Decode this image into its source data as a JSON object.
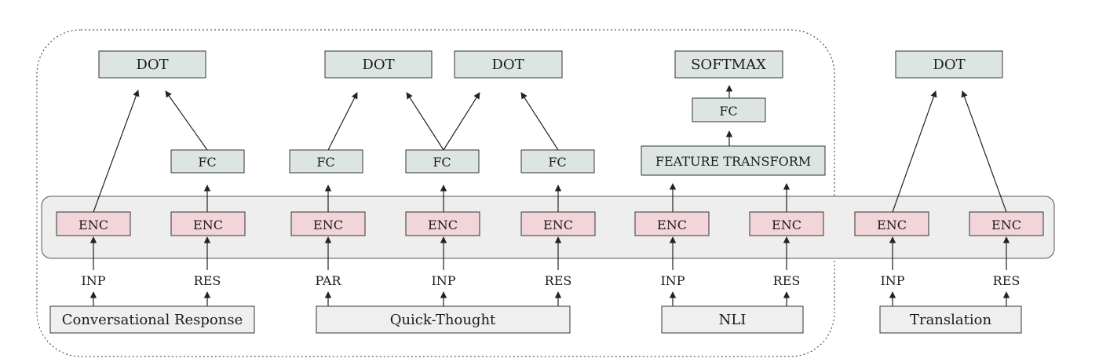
{
  "colors": {
    "grey_box": "#dde5e2",
    "enc_box": "#f1d5d8",
    "task_box": "#efefef",
    "enc_band": "#eeeeee",
    "line": "#222222"
  },
  "tasks": [
    {
      "id": "conv",
      "label": "Conversational Response"
    },
    {
      "id": "qt",
      "label": "Quick-Thought"
    },
    {
      "id": "nli",
      "label": "NLI"
    },
    {
      "id": "trans",
      "label": "Translation"
    }
  ],
  "inputs": [
    {
      "id": "inp1",
      "label": "INP"
    },
    {
      "id": "res1",
      "label": "RES"
    },
    {
      "id": "par",
      "label": "PAR"
    },
    {
      "id": "inp2",
      "label": "INP"
    },
    {
      "id": "res2",
      "label": "RES"
    },
    {
      "id": "inp3",
      "label": "INP"
    },
    {
      "id": "res3",
      "label": "RES"
    },
    {
      "id": "inp4",
      "label": "INP"
    },
    {
      "id": "res4",
      "label": "RES"
    }
  ],
  "encoders": [
    {
      "id": "e1",
      "label": "ENC"
    },
    {
      "id": "e2",
      "label": "ENC"
    },
    {
      "id": "e3",
      "label": "ENC"
    },
    {
      "id": "e4",
      "label": "ENC"
    },
    {
      "id": "e5",
      "label": "ENC"
    },
    {
      "id": "e6",
      "label": "ENC"
    },
    {
      "id": "e7",
      "label": "ENC"
    },
    {
      "id": "e8",
      "label": "ENC"
    },
    {
      "id": "e9",
      "label": "ENC"
    }
  ],
  "fc_layers": [
    {
      "id": "fc1",
      "label": "FC"
    },
    {
      "id": "fc2",
      "label": "FC"
    },
    {
      "id": "fc3",
      "label": "FC"
    },
    {
      "id": "fc4",
      "label": "FC"
    },
    {
      "id": "fc5",
      "label": "FC"
    }
  ],
  "feature_transform": {
    "label": "FEATURE TRANSFORM"
  },
  "outputs": [
    {
      "id": "dot1",
      "label": "DOT"
    },
    {
      "id": "dot2",
      "label": "DOT"
    },
    {
      "id": "dot3",
      "label": "DOT"
    },
    {
      "id": "softmax",
      "label": "SOFTMAX"
    },
    {
      "id": "dot4",
      "label": "DOT"
    }
  ]
}
